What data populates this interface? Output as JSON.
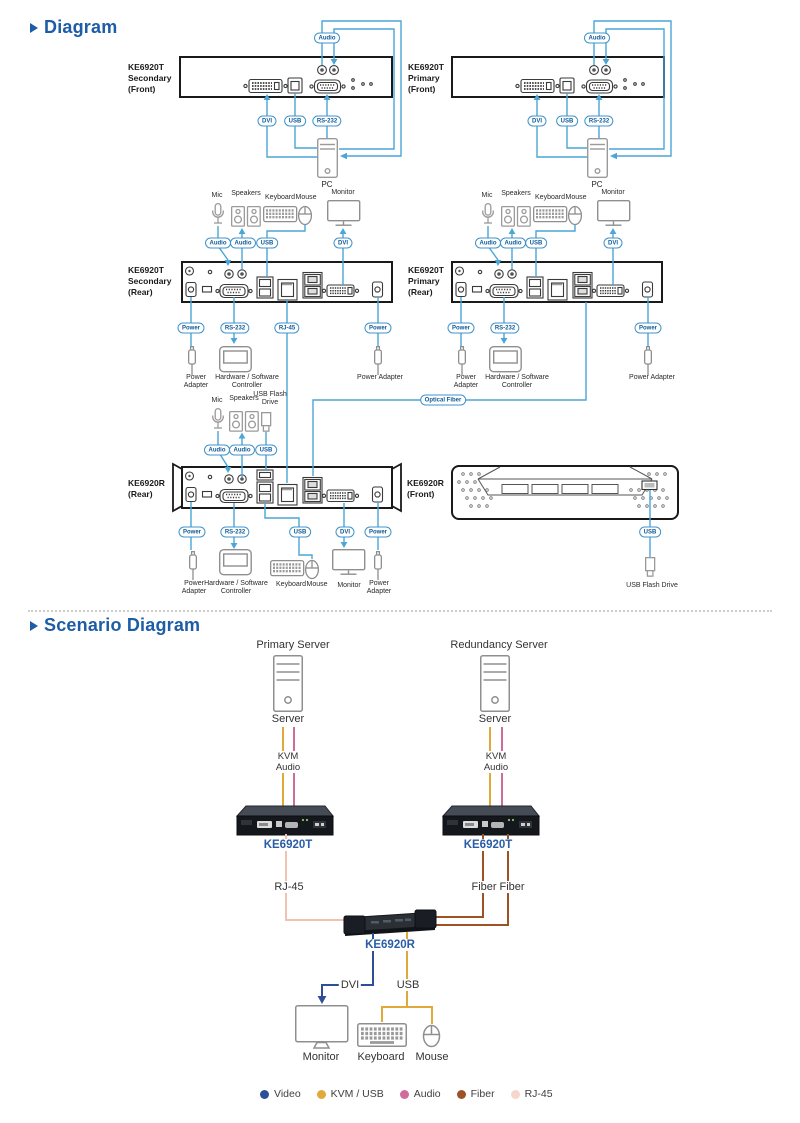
{
  "header": {
    "diagram_title": "Diagram",
    "scenario_title": "Scenario Diagram"
  },
  "pills": {
    "audio": "Audio",
    "dvi": "DVI",
    "usb": "USB",
    "rs232": "RS-232",
    "power": "Power",
    "rj45": "RJ-45",
    "optical_fiber": "Optical Fiber"
  },
  "device_labels": {
    "t_secondary_front": "KE6920T\nSecondary\n(Front)",
    "t_primary_front": "KE6920T\nPrimary\n(Front)",
    "t_secondary_rear": "KE6920T\nSecondary\n(Rear)",
    "t_primary_rear": "KE6920T\nPrimary\n(Rear)",
    "r_rear": "KE6920R\n(Rear)",
    "r_front": "KE6920R\n(Front)"
  },
  "peripheral_labels": {
    "pc": "PC",
    "mic": "Mic",
    "speakers": "Speakers",
    "keyboard": "Keyboard",
    "mouse": "Mouse",
    "monitor": "Monitor",
    "usb_flash_drive_2line": "USB Flash\nDrive",
    "usb_flash_drive": "USB Flash Drive",
    "power_adapter_2line": "Power\nAdapter",
    "power_adapter": "Power Adapter",
    "controller": "Hardware / Software\nController"
  },
  "scenario": {
    "primary_server": "Primary Server",
    "redundancy_server": "Redundancy Server",
    "server": "Server",
    "kvm": "KVM",
    "audio": "Audio",
    "ke6920t": "KE6920T",
    "ke6920r": "KE6920R",
    "rj45": "RJ-45",
    "fiber": "Fiber",
    "dvi": "DVI",
    "usb": "USB",
    "monitor": "Monitor",
    "keyboard": "Keyboard",
    "mouse": "Mouse"
  },
  "legend": {
    "items": [
      {
        "label": "Video",
        "color": "#2e4f96"
      },
      {
        "label": "KVM / USB",
        "color": "#e0a93a"
      },
      {
        "label": "Audio",
        "color": "#cf6c9c"
      },
      {
        "label": "Fiber",
        "color": "#9c5224"
      },
      {
        "label": "RJ-45",
        "color": "#f6d7cd"
      }
    ]
  },
  "colors": {
    "heading": "#1d5ca6",
    "diagram_line": "#4aa6d6",
    "pill_border": "#3f93cc",
    "video": "#2e4f96",
    "kvm_usb": "#e0a93a",
    "audio": "#cf6c9c",
    "fiber": "#9c5224",
    "rj45": "#f6d7cd"
  }
}
